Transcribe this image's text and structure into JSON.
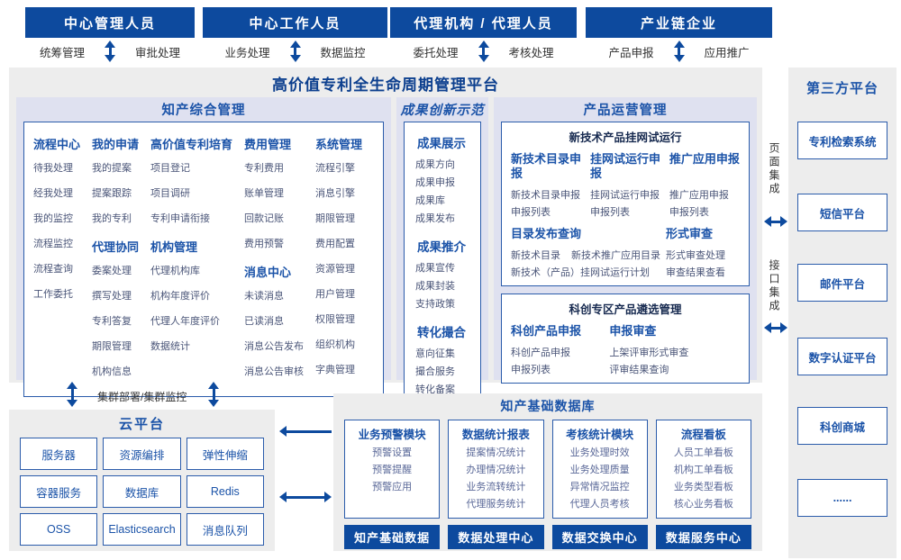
{
  "platform_title": "高价值专利全生命周期管理平台",
  "roles": [
    {
      "title": "中心管理人员",
      "left": "统筹管理",
      "right": "审批处理"
    },
    {
      "title": "中心工作人员",
      "left": "业务处理",
      "right": "数据监控"
    },
    {
      "title": "代理机构 / 代理人员",
      "left": "委托处理",
      "right": "考核处理"
    },
    {
      "title": "产业链企业",
      "left": "产品申报",
      "right": "应用推广"
    }
  ],
  "ipm": {
    "title": "知产综合管理",
    "columns": [
      {
        "groups": [
          {
            "header": "流程中心",
            "items": [
              "待我处理",
              "经我处理",
              "我的监控",
              "流程监控",
              "流程查询",
              "工作委托"
            ]
          }
        ]
      },
      {
        "groups": [
          {
            "header": "我的申请",
            "items": [
              "我的提案",
              "提案跟踪",
              "我的专利"
            ]
          },
          {
            "header": "代理协同",
            "items": [
              "委案处理",
              "撰写处理",
              "专利答复",
              "期限管理",
              "机构信息"
            ]
          }
        ]
      },
      {
        "groups": [
          {
            "header": "高价值专利培育",
            "items": [
              "项目登记",
              "项目调研",
              "专利申请衔接"
            ]
          },
          {
            "header": "机构管理",
            "items": [
              "代理机构库",
              "机构年度评价",
              "代理人年度评价",
              "数据统计"
            ]
          }
        ]
      },
      {
        "groups": [
          {
            "header": "费用管理",
            "items": [
              "专利费用",
              "账单管理",
              "回款记账",
              "费用预警"
            ]
          },
          {
            "header": "消息中心",
            "items": [
              "未读消息",
              "已读消息",
              "消息公告发布",
              "消息公告审核"
            ]
          }
        ]
      },
      {
        "groups": [
          {
            "header": "系统管理",
            "items": [
              "流程引擎",
              "消息引擎",
              "期限管理",
              "费用配置",
              "资源管理",
              "用户管理",
              "权限管理",
              "组织机构",
              "字典管理"
            ]
          }
        ]
      }
    ]
  },
  "innovation": {
    "title": "成果创新示范",
    "groups": [
      {
        "header": "成果展示",
        "items": [
          "成果方向",
          "成果申报",
          "成果库",
          "成果发布"
        ]
      },
      {
        "header": "成果推介",
        "items": [
          "成果宣传",
          "成果封装",
          "支持政策"
        ]
      },
      {
        "header": "转化撮合",
        "items": [
          "意向征集",
          "撮合服务",
          "转化备案"
        ]
      }
    ]
  },
  "product_ops": {
    "title": "产品运营管理",
    "trial": {
      "title": "新技术产品挂网试运行",
      "columns": [
        {
          "header": "新技术目录申报",
          "items": [
            "新技术目录申报",
            "申报列表"
          ]
        },
        {
          "header": "挂网试运行申报",
          "items": [
            "挂网试运行申报",
            "申报列表"
          ]
        },
        {
          "header": "推广应用申报",
          "items": [
            "推广应用申报",
            "申报列表"
          ]
        }
      ],
      "catalog": {
        "header": "目录发布查询",
        "row1a": "新技术目录",
        "row1b": "新技术推广应用目录",
        "row2": "新技术（产品）挂网试运行计划"
      },
      "review": {
        "header": "形式审查",
        "items": [
          "形式审查处理",
          "审查结果查看"
        ]
      }
    },
    "selection": {
      "title": "科创专区产品遴选管理",
      "columns": [
        {
          "header": "科创产品申报",
          "items": [
            "科创产品申报",
            "申报列表"
          ]
        },
        {
          "header": "申报审查",
          "items": [
            "上架评审形式审查",
            "评审结果查询"
          ]
        }
      ]
    }
  },
  "third_party": {
    "title": "第三方平台",
    "items": [
      "专利检索系统",
      "短信平台",
      "邮件平台",
      "数字认证平台",
      "科创商城",
      "......"
    ]
  },
  "integration": {
    "page": "页面集成",
    "api": "接口集成"
  },
  "cluster_label": "集群部署/集群监控",
  "cloud": {
    "title": "云平台",
    "items": [
      "服务器",
      "资源编排",
      "弹性伸缩",
      "容器服务",
      "数据库",
      "Redis",
      "OSS",
      "Elasticsearch",
      "消息队列"
    ]
  },
  "data_platform": {
    "title": "知产基础数据库",
    "modules": [
      {
        "header": "业务预警模块",
        "items": [
          "预警设置",
          "预警提醒",
          "预警应用"
        ]
      },
      {
        "header": "数据统计报表",
        "items": [
          "提案情况统计",
          "办理情况统计",
          "业务流转统计",
          "代理服务统计"
        ]
      },
      {
        "header": "考核统计模块",
        "items": [
          "业务处理时效",
          "业务处理质量",
          "异常情况监控",
          "代理人员考核"
        ]
      },
      {
        "header": "流程看板",
        "items": [
          "人员工单看板",
          "机构工单看板",
          "业务类型看板",
          "核心业务看板"
        ]
      }
    ],
    "bars": [
      "知产基础数据",
      "数据处理中心",
      "数据交换中心",
      "数据服务中心"
    ]
  },
  "colors": {
    "primary": "#0d4a9e",
    "header_text": "#1b53a8",
    "item_text": "#4a5578",
    "band": "#dfe1f0",
    "panel": "#ededed"
  }
}
